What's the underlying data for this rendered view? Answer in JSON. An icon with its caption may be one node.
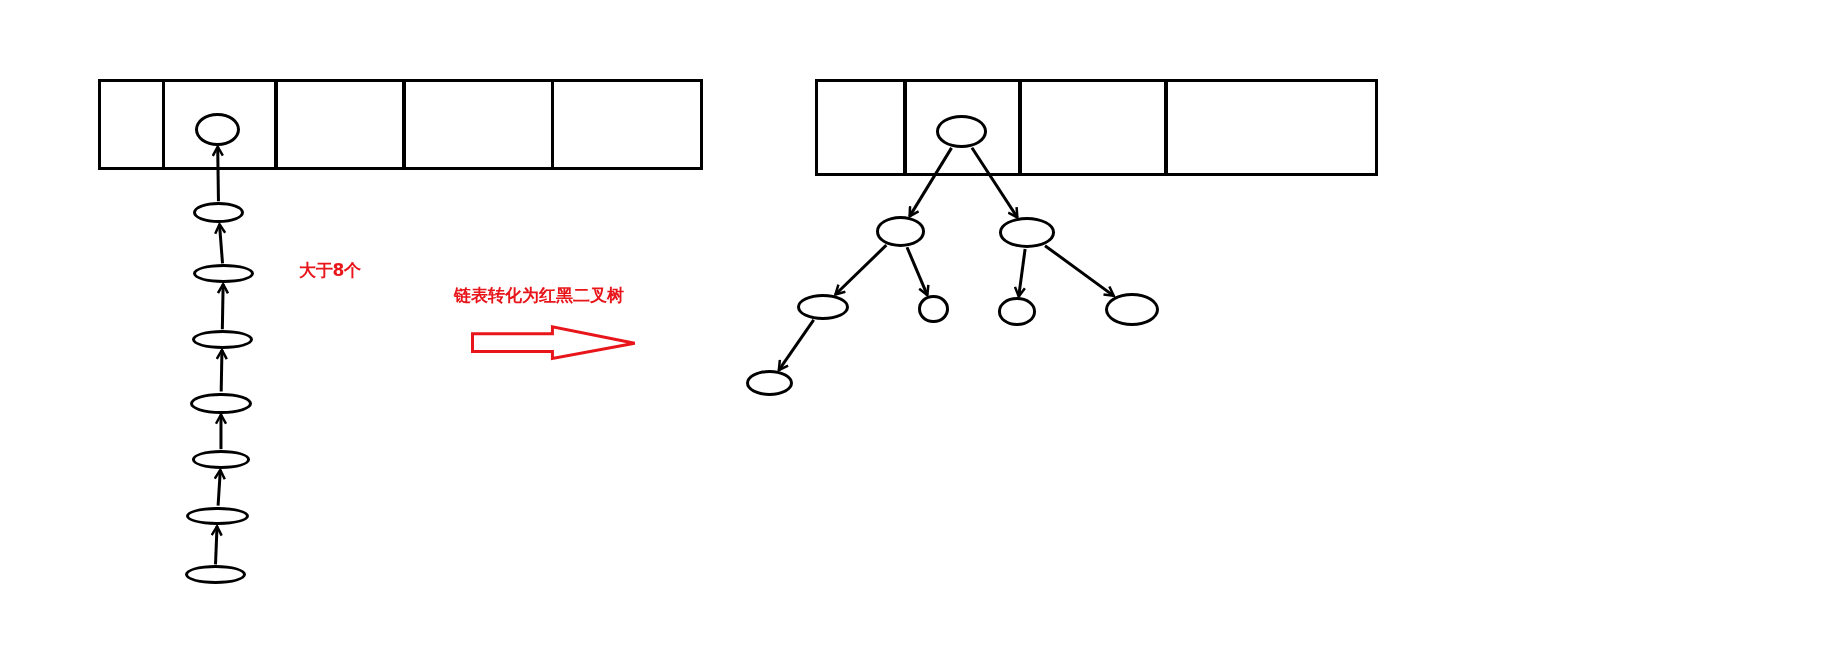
{
  "diagram": {
    "nodes": [
      {
        "text": [],
        "shape": "box"
      },
      {
        "text": [],
        "shape": "box"
      },
      {
        "text": [],
        "shape": "box"
      },
      {
        "text": [],
        "shape": "box"
      },
      {
        "text": [],
        "shape": "box"
      },
      {
        "text": [],
        "shape": "ellipse",
        "in": 1
      },
      {
        "text": [],
        "shape": "ellipse"
      },
      {
        "text": [],
        "shape": "ellipse"
      },
      {
        "text": [],
        "shape": "ellipse"
      },
      {
        "text": [],
        "shape": "ellipse"
      },
      {
        "text": [],
        "shape": "ellipse"
      },
      {
        "text": [],
        "shape": "ellipse"
      },
      {
        "text": [],
        "shape": "ellipse"
      },
      {
        "text": [],
        "shape": "box"
      },
      {
        "text": [],
        "shape": "box"
      },
      {
        "text": [],
        "shape": "box"
      },
      {
        "text": [],
        "shape": "box"
      },
      {
        "text": [],
        "shape": "ellipse",
        "in": 14
      },
      {
        "text": [],
        "shape": "ellipse"
      },
      {
        "text": [],
        "shape": "ellipse"
      },
      {
        "text": [],
        "shape": "ellipse"
      },
      {
        "text": [],
        "shape": "ellipse"
      },
      {
        "text": [],
        "shape": "ellipse"
      },
      {
        "text": [],
        "shape": "ellipse"
      },
      {
        "text": [],
        "shape": "ellipse"
      }
    ],
    "edges": [
      {
        "from": 6,
        "to": 5,
        "arrow": "to"
      },
      {
        "from": 7,
        "to": 6,
        "arrow": "to"
      },
      {
        "from": 8,
        "to": 7,
        "arrow": "to"
      },
      {
        "from": 9,
        "to": 8,
        "arrow": "to"
      },
      {
        "from": 10,
        "to": 9,
        "arrow": "to"
      },
      {
        "from": 11,
        "to": 10,
        "arrow": "to"
      },
      {
        "from": 12,
        "to": 11,
        "arrow": "to"
      },
      {
        "from": 17,
        "to": 18,
        "arrow": "to"
      },
      {
        "from": 17,
        "to": 19,
        "arrow": "to"
      },
      {
        "from": 18,
        "to": 20,
        "arrow": "to"
      },
      {
        "from": 18,
        "to": 21,
        "arrow": "to"
      },
      {
        "from": 19,
        "to": 22,
        "arrow": "to"
      },
      {
        "from": 19,
        "to": 23,
        "arrow": "to"
      },
      {
        "from": 20,
        "to": 24,
        "arrow": "to"
      }
    ],
    "labels": [
      "大于8个",
      "链表转化为红黑二叉树"
    ]
  }
}
